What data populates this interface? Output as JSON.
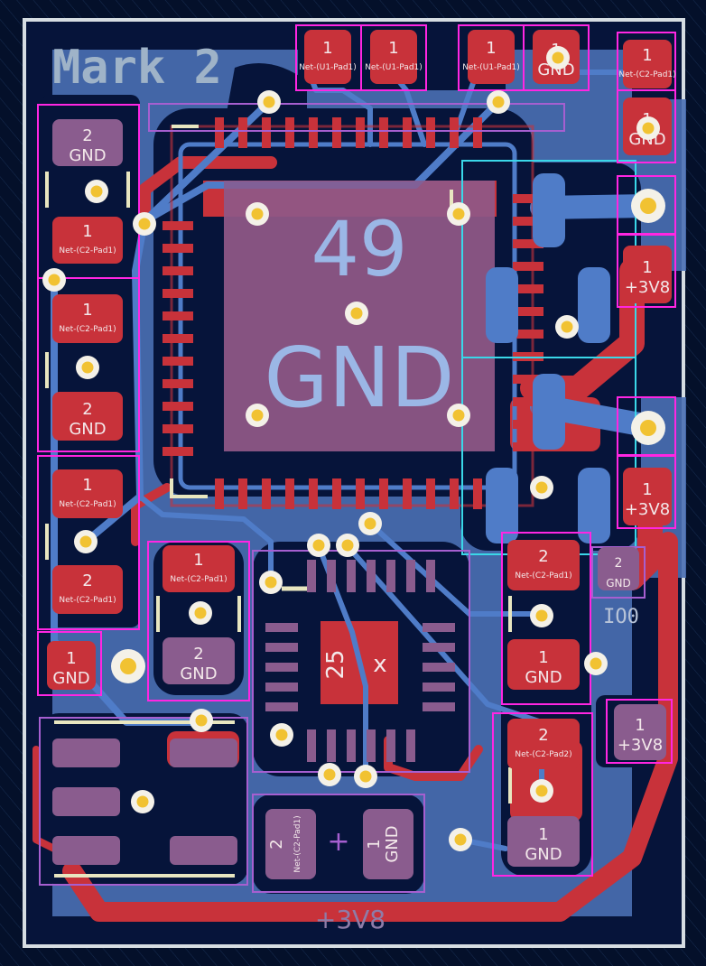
{
  "board": {
    "title": "Mark 2",
    "bottom_label": "+3V8",
    "side_label": "IO0"
  },
  "colors": {
    "background": "#04102a",
    "edge_cuts": "#d6dde2",
    "front_copper": "#c8323a",
    "back_copper": "#4f7cc8",
    "pads_back": "#8a5c8e",
    "courtyard": "#ff26e2",
    "fab_outline": "#a65fd0",
    "via_ring": "#f1c232",
    "silkscreen": "#e8e6c0",
    "highlight": "#3ad7e8"
  },
  "mcu": {
    "pin_number": "49",
    "net": "GND"
  },
  "ic2": {
    "pin_number": "25",
    "mark": "x"
  },
  "pads": [
    {
      "id": "p_top1",
      "num": "1",
      "net": "Net-(U1-Pad1)"
    },
    {
      "id": "p_top2",
      "num": "1",
      "net": "Net-(U1-Pad1)"
    },
    {
      "id": "p_top3",
      "num": "1",
      "net": "Net-(U1-Pad1)"
    },
    {
      "id": "p_top4",
      "num": "1",
      "net": "GND"
    },
    {
      "id": "p_tr1",
      "num": "1",
      "net": "Net-(C2-Pad1)"
    },
    {
      "id": "p_tr2",
      "num": "1",
      "net": "GND"
    },
    {
      "id": "p_l1",
      "num": "2",
      "net": "GND"
    },
    {
      "id": "p_l2",
      "num": "1",
      "net": "Net-(C2-Pad1)"
    },
    {
      "id": "p_l3",
      "num": "1",
      "net": "Net-(C2-Pad1)"
    },
    {
      "id": "p_l4",
      "num": "2",
      "net": "GND"
    },
    {
      "id": "p_l5",
      "num": "1",
      "net": "Net-(C2-Pad1)"
    },
    {
      "id": "p_l6",
      "num": "2",
      "net": "Net-(C2-Pad1)"
    },
    {
      "id": "p_c1",
      "num": "1",
      "net": "Net-(C2-Pad1)"
    },
    {
      "id": "p_c2",
      "num": "2",
      "net": "GND"
    },
    {
      "id": "p_bl",
      "num": "1",
      "net": "GND"
    },
    {
      "id": "p_r1",
      "num": "1",
      "net": "+3V8"
    },
    {
      "id": "p_r2",
      "num": "1",
      "net": "+3V8"
    },
    {
      "id": "p_r3",
      "num": "2",
      "net": "GND"
    },
    {
      "id": "p_r4",
      "num": "2",
      "net": "Net-(C2-Pad1)"
    },
    {
      "id": "p_r5",
      "num": "1",
      "net": "GND"
    },
    {
      "id": "p_r6",
      "num": "2",
      "net": "Net-(C2-Pad2)"
    },
    {
      "id": "p_r7",
      "num": "1",
      "net": "GND"
    },
    {
      "id": "p_r8",
      "num": "1",
      "net": "+3V8"
    },
    {
      "id": "p_bc1",
      "num": "2",
      "net": "Net-(C2-Pad1)"
    },
    {
      "id": "p_bc2",
      "num": "1",
      "net": "GND"
    }
  ]
}
